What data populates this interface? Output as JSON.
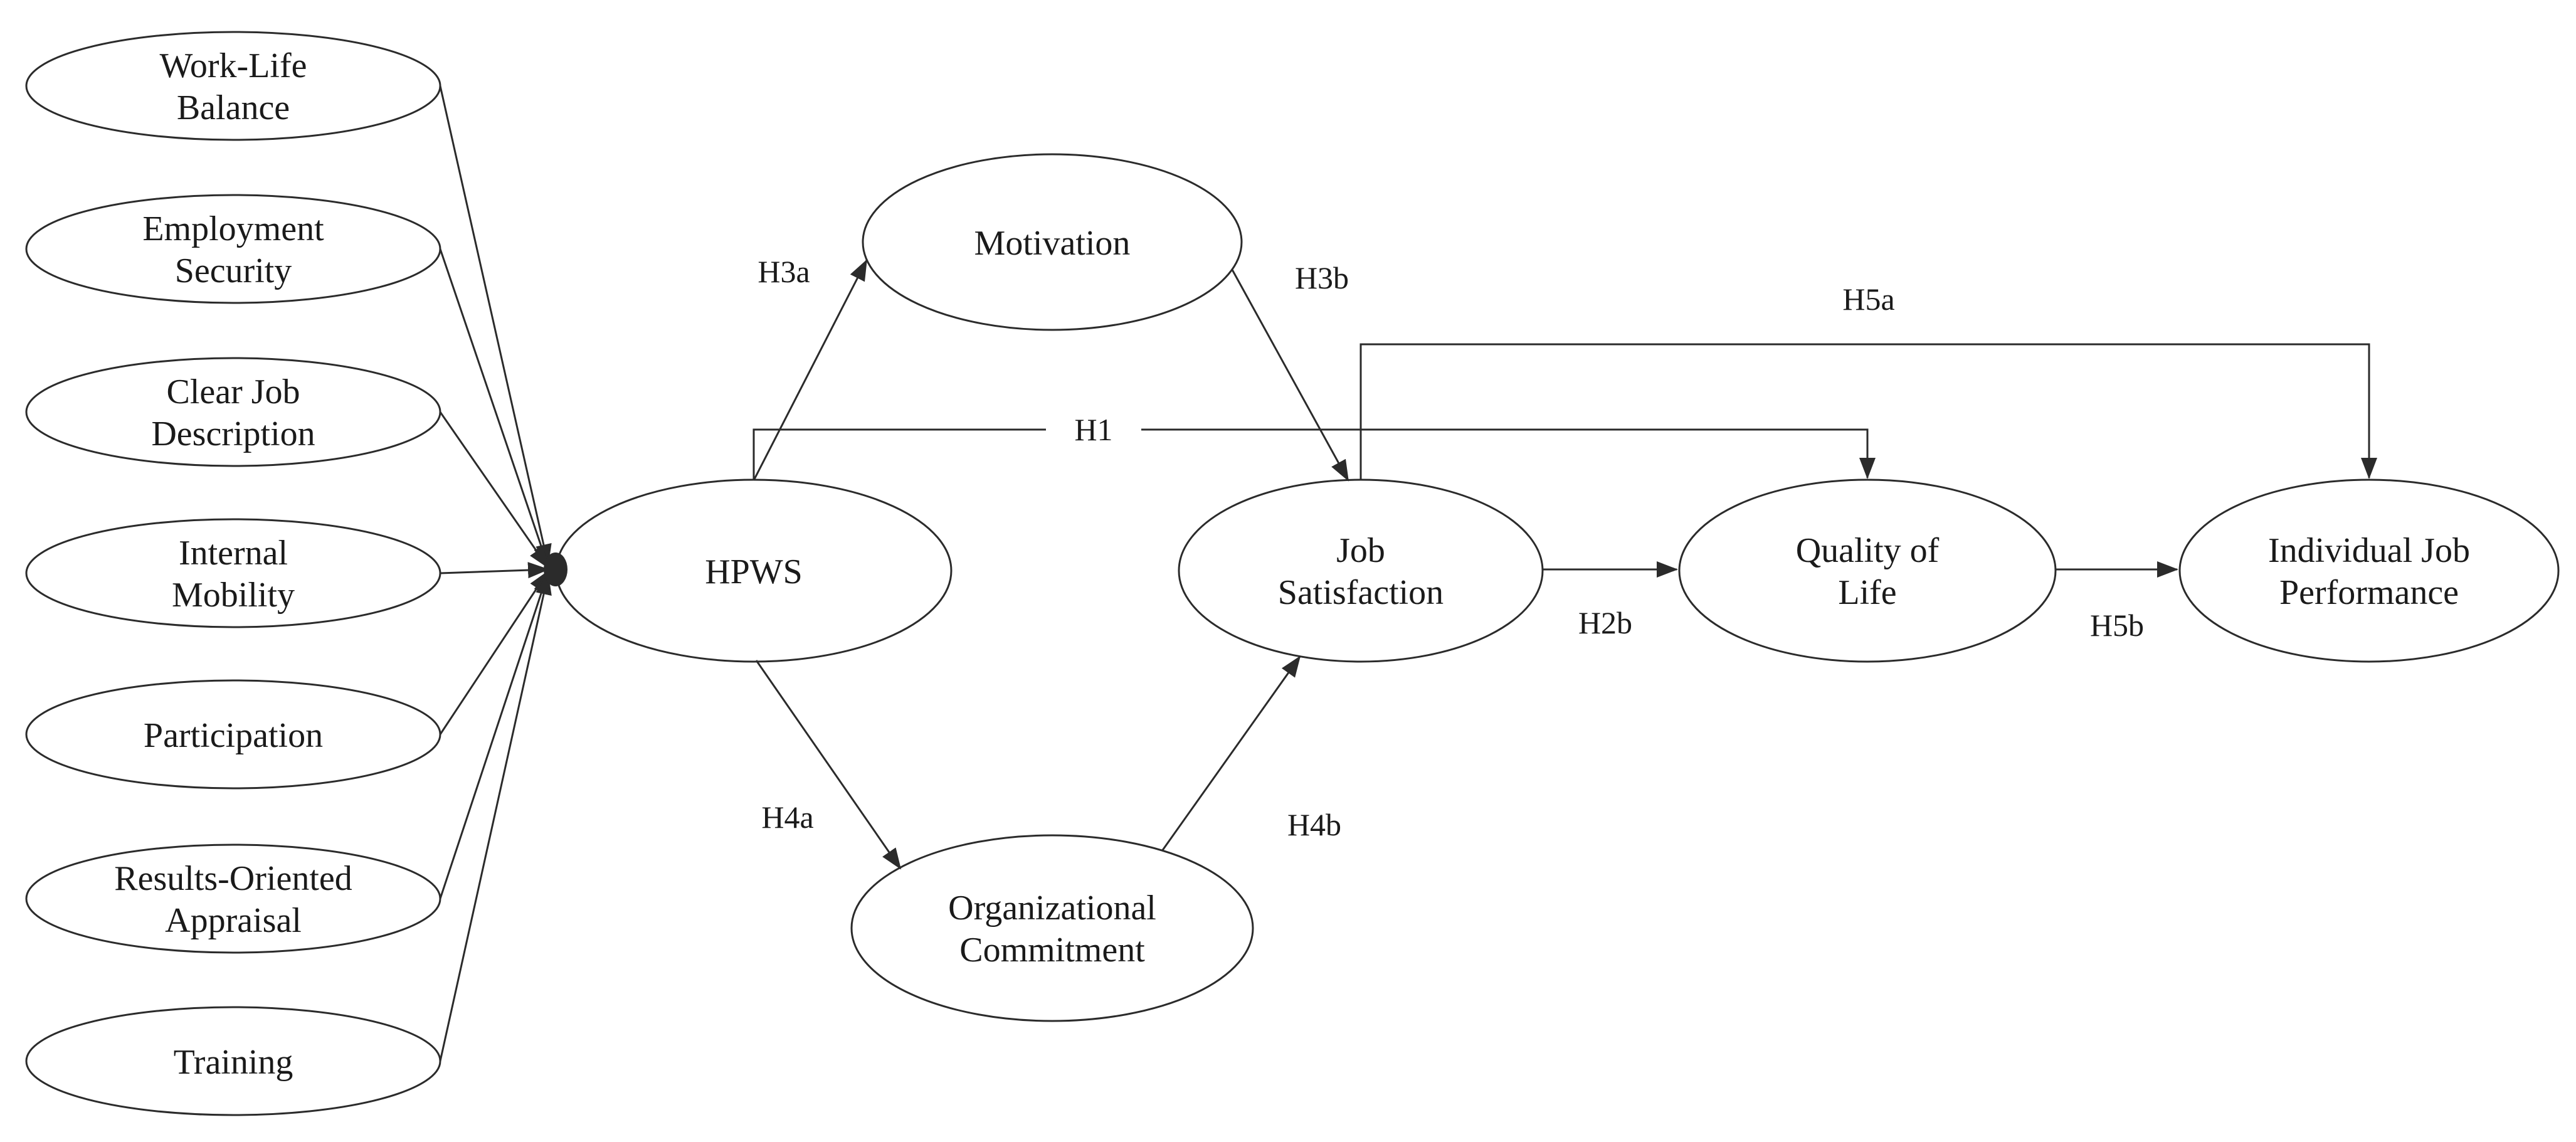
{
  "diagram": {
    "type": "path-model",
    "nodes": [
      {
        "id": "wlb",
        "lines": [
          "Work-Life",
          "Balance"
        ]
      },
      {
        "id": "es",
        "lines": [
          "Employment",
          "Security"
        ]
      },
      {
        "id": "cjd",
        "lines": [
          "Clear Job",
          "Description"
        ]
      },
      {
        "id": "im",
        "lines": [
          "Internal",
          "Mobility"
        ]
      },
      {
        "id": "part",
        "lines": [
          "Participation"
        ]
      },
      {
        "id": "roa",
        "lines": [
          "Results-Oriented",
          "Appraisal"
        ]
      },
      {
        "id": "tr",
        "lines": [
          "Training"
        ]
      },
      {
        "id": "hpws",
        "lines": [
          "HPWS"
        ]
      },
      {
        "id": "mot",
        "lines": [
          "Motivation"
        ]
      },
      {
        "id": "oc",
        "lines": [
          "Organizational",
          "Commitment"
        ]
      },
      {
        "id": "js",
        "lines": [
          "Job",
          "Satisfaction"
        ]
      },
      {
        "id": "qol",
        "lines": [
          "Quality of",
          "Life"
        ]
      },
      {
        "id": "ijp",
        "lines": [
          "Individual Job",
          "Performance"
        ]
      }
    ],
    "edges": [
      {
        "from": "wlb",
        "to": "hpws",
        "label": ""
      },
      {
        "from": "es",
        "to": "hpws",
        "label": ""
      },
      {
        "from": "cjd",
        "to": "hpws",
        "label": ""
      },
      {
        "from": "im",
        "to": "hpws",
        "label": ""
      },
      {
        "from": "part",
        "to": "hpws",
        "label": ""
      },
      {
        "from": "roa",
        "to": "hpws",
        "label": ""
      },
      {
        "from": "tr",
        "to": "hpws",
        "label": ""
      },
      {
        "from": "hpws",
        "to": "mot",
        "label": "H3a"
      },
      {
        "from": "mot",
        "to": "js",
        "label": "H3b"
      },
      {
        "from": "hpws",
        "to": "qol",
        "label": "H1"
      },
      {
        "from": "js",
        "to": "ijp",
        "label": "H5a"
      },
      {
        "from": "hpws",
        "to": "oc",
        "label": "H4a"
      },
      {
        "from": "oc",
        "to": "js",
        "label": "H4b"
      },
      {
        "from": "js",
        "to": "qol",
        "label": "H2b"
      },
      {
        "from": "qol",
        "to": "ijp",
        "label": "H5b"
      }
    ],
    "colors": {
      "stroke": "#2b2b2b",
      "text": "#1a1a1a",
      "background": "#ffffff"
    }
  }
}
